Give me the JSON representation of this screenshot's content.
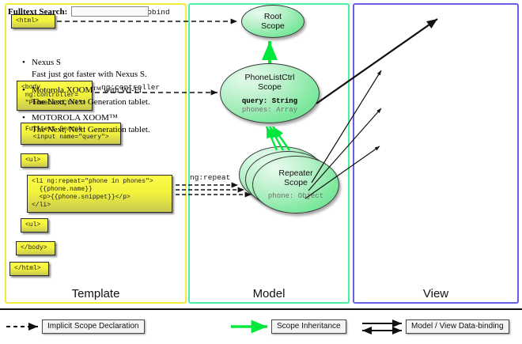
{
  "columns": {
    "template": {
      "label": "Template",
      "border_color": "#f2ed3a",
      "blocks": [
        {
          "name": "html-open",
          "text": "<html>"
        },
        {
          "name": "body-open",
          "text": "<body\n ng:controller=\n \"PhoneListCtrl\">"
        },
        {
          "name": "search",
          "text": "Fulltext Search:\n  <input name=\"query\">"
        },
        {
          "name": "ul-open",
          "text": "<ul>"
        },
        {
          "name": "li-repeat",
          "text": "<li ng:repeat=\"phone in phones\">\n  {{phone.name}}\n  <p>{{phone.snippet}}</p>\n</li>"
        },
        {
          "name": "ul-close",
          "text": "<ul>"
        },
        {
          "name": "body-close",
          "text": "</body>"
        },
        {
          "name": "html-close",
          "text": "</html>"
        }
      ]
    },
    "model": {
      "label": "Model",
      "border_color": "#4cf0a4",
      "scopes": [
        {
          "name": "root-scope",
          "title": "Root\nScope",
          "title_line1": "Root",
          "title_line2": "Scope",
          "props": []
        },
        {
          "name": "phonelistctrl-scope",
          "title_line1": "PhoneListCtrl",
          "title_line2": "Scope",
          "props": [
            {
              "text": "query: String",
              "style": "bold"
            },
            {
              "text": "phones: Array",
              "style": "dim"
            }
          ]
        },
        {
          "name": "repeater-scope",
          "title_line1": "Repeater",
          "title_line2": "Scope",
          "stacked": 3,
          "props": [
            {
              "text": "phone: Object",
              "style": "dim"
            }
          ]
        }
      ]
    },
    "view": {
      "label": "View",
      "border_color": "#6a5de8",
      "search_label": "Fulltext Search:",
      "search_value": "",
      "search_placeholder": "",
      "phones": [
        {
          "name": "Nexus S",
          "snippet": "Fast just got faster with Nexus S."
        },
        {
          "name": "Motorola XOOM™  with Wi-Fi",
          "snippet": "The Next, Next Generation tablet."
        },
        {
          "name": "MOTOROLA XOOM™",
          "snippet": "The Next, Next Generation tablet."
        }
      ]
    }
  },
  "connectors": [
    {
      "name": "ng-autobind",
      "label": "ng:autobind"
    },
    {
      "name": "ng-controller",
      "label": "ng:controller"
    },
    {
      "name": "ng-repeat",
      "label": "ng:repeat"
    }
  ],
  "legend": [
    {
      "name": "implicit-scope-declaration",
      "label": "Implicit Scope Declaration",
      "arrow": "dashed-black"
    },
    {
      "name": "scope-inheritance",
      "label": "Scope Inheritance",
      "arrow": "solid-green"
    },
    {
      "name": "model-view-data-binding",
      "label": "Model / View Data-binding",
      "arrow": "double-black"
    }
  ],
  "colors": {
    "template_border": "#f2ed3a",
    "model_border": "#4cf0a4",
    "view_border": "#6a5de8",
    "scope_green": "#62dd8b",
    "inheritance_green": "#00e83c",
    "code_yellow": "#f3f33c"
  }
}
